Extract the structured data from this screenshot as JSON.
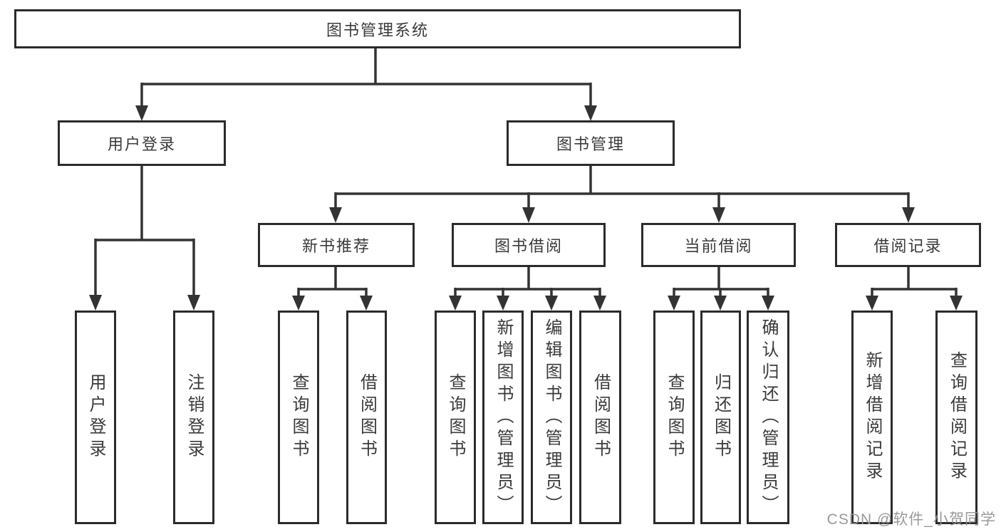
{
  "diagram": {
    "root": {
      "label": "图书管理系统"
    },
    "level2": [
      {
        "label": "用户登录",
        "children": [
          {
            "label": "用户登录"
          },
          {
            "label": "注销登录"
          }
        ]
      },
      {
        "label": "图书管理",
        "children": [
          {
            "label": "新书推荐",
            "children": [
              {
                "label": "查询图书"
              },
              {
                "label": "借阅图书"
              }
            ]
          },
          {
            "label": "图书借阅",
            "children": [
              {
                "label": "查询图书"
              },
              {
                "label": "新增图书（管理员）"
              },
              {
                "label": "编辑图书（管理员）"
              },
              {
                "label": "借阅图书"
              }
            ]
          },
          {
            "label": "当前借阅",
            "children": [
              {
                "label": "查询图书"
              },
              {
                "label": "归还图书"
              },
              {
                "label": "确认归还（管理员）"
              }
            ]
          },
          {
            "label": "借阅记录",
            "children": [
              {
                "label": "新增借阅记录"
              },
              {
                "label": "查询借阅记录"
              }
            ]
          }
        ]
      }
    ]
  },
  "watermark": {
    "text": "CSDN @软件_小贺同学"
  },
  "colors": {
    "line": "#333333",
    "border": "#2b2b2b",
    "text": "#3a3a3a",
    "watermark": "#949494",
    "background": "#ffffff"
  }
}
